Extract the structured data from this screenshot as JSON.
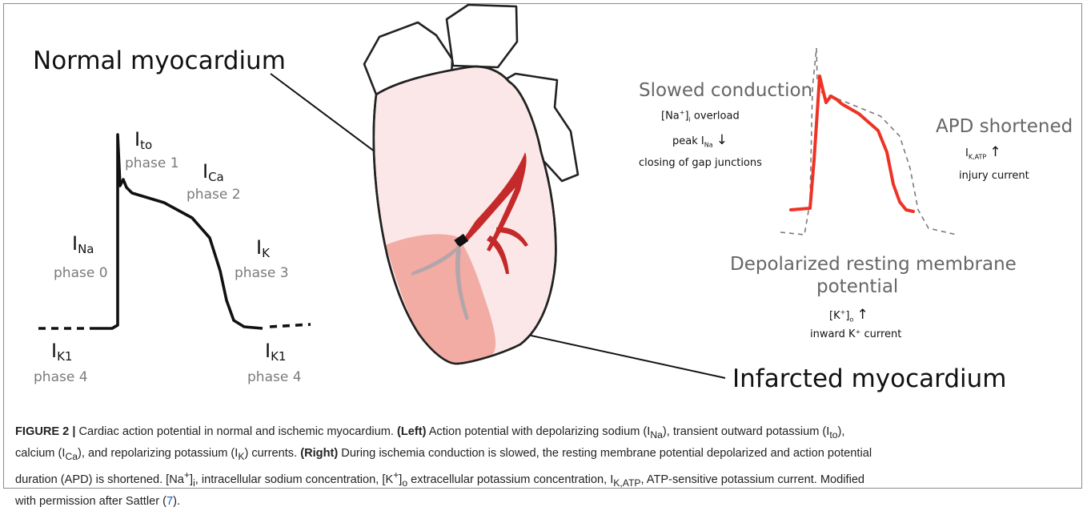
{
  "figure": {
    "labels": {
      "normal_myocardium": "Normal myocardium",
      "infarcted_myocardium": "Infarcted myocardium",
      "ito_sub": "to",
      "ito_phase": "phase 1",
      "ica_sub": "Ca",
      "ica_phase": "phase 2",
      "ina_sub": "Na",
      "ina_phase": "phase 0",
      "ik_sub": "K",
      "ik_phase": "phase 3",
      "ik1_sub": "K1",
      "ik1_phase": "phase 4",
      "current_symbol": "I"
    },
    "right": {
      "slowed_conduction": "Slowed conduction",
      "na_overload": "overload",
      "peak_ina_prefix": "peak I",
      "closing_gap": "closing of gap junctions",
      "apd_shortened": "APD shortened",
      "injury_current": "injury current",
      "depolarized_line1": "Depolarized resting membrane",
      "depolarized_line2": "potential",
      "inward_k": "inward K⁺ current"
    },
    "colors": {
      "normal_tissue": "#fbe7e8",
      "infarct_tissue": "#f2aca3",
      "artery": "#c42a2a",
      "ischemic_ap": "#ee3324",
      "normal_ap_dashed": "#7a7a7a"
    }
  },
  "caption": {
    "figure_label": "FIGURE 2 |",
    "title": " Cardiac action potential in normal and ischemic myocardium. ",
    "left_tag": "(Left)",
    "left_text_1": " Action potential with depolarizing sodium (I",
    "left_text_2": "), transient outward potassium (I",
    "left_text_3": "),",
    "line2_a": "calcium (I",
    "line2_b": "), and repolarizing potassium (I",
    "line2_c": ") currents. ",
    "right_tag": "(Right)",
    "right_text": " During ischemia conduction is slowed, the resting membrane potential depolarized and action potential",
    "line3_a": "duration (APD) is shortened. [Na",
    "line3_b": "]",
    "line3_c": ", intracellular sodium concentration, [K",
    "line3_d": "]",
    "line3_e": " extracellular potassium concentration, I",
    "line3_f": ", ATP-sensitive potassium current. Modified",
    "line4_a": "with permission after Sattler (",
    "cite": "7",
    "line4_b": ")."
  }
}
